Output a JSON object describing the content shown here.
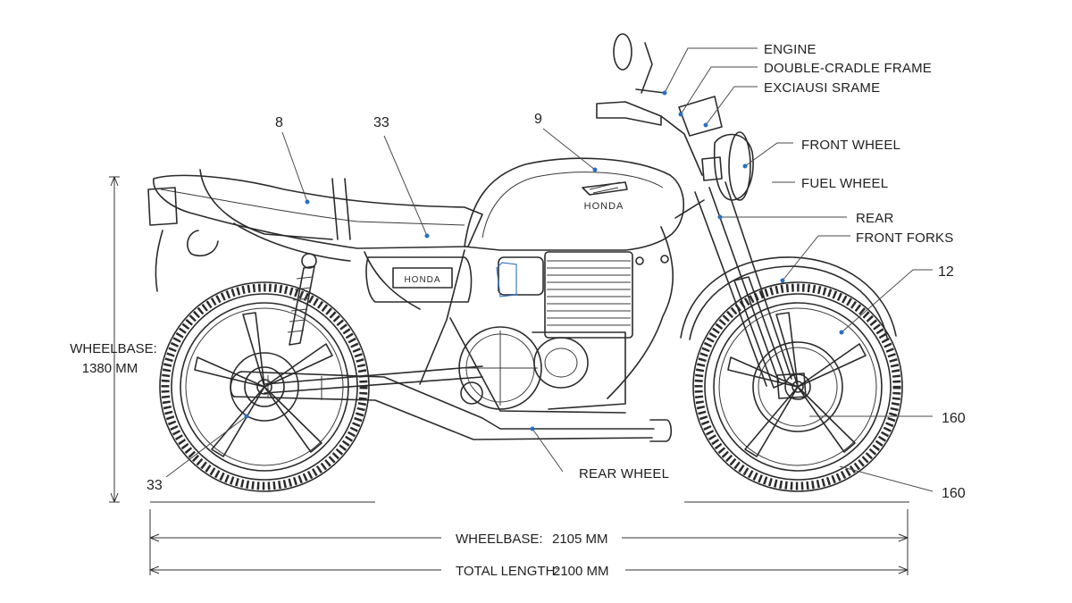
{
  "callouts": {
    "engine": "ENGINE",
    "double_cradle_frame": "DOUBLE-CRADLE FRAME",
    "exhaust_frame": "EXCIAUSI SRAME",
    "front_wheel": "FRONT WHEEL",
    "fuel_wheel": "FUEL WHEEL",
    "rear": "REAR",
    "front_forks": "FRONT FORKS",
    "rear_wheel": "REAR WHEEL",
    "num_8": "8",
    "num_33_top": "33",
    "num_9": "9",
    "num_12": "12",
    "num_160_a": "160",
    "num_160_b": "160",
    "num_33_bottom": "33"
  },
  "dimensions": {
    "height_label": "WHEELBASE:",
    "height_value": "1380 MM",
    "wheelbase_label": "WHEELBASE:",
    "wheelbase_value": "2105 MM",
    "total_length_label": "TOTAL LENGTH:",
    "total_length_value": "2100 MM"
  },
  "branding": {
    "tank_logo": "HONDA",
    "side_cover_logo": "HONDA"
  },
  "colors": {
    "ink": "#2b2b2b",
    "accent": "#2a6fc4",
    "background": "#ffffff"
  }
}
